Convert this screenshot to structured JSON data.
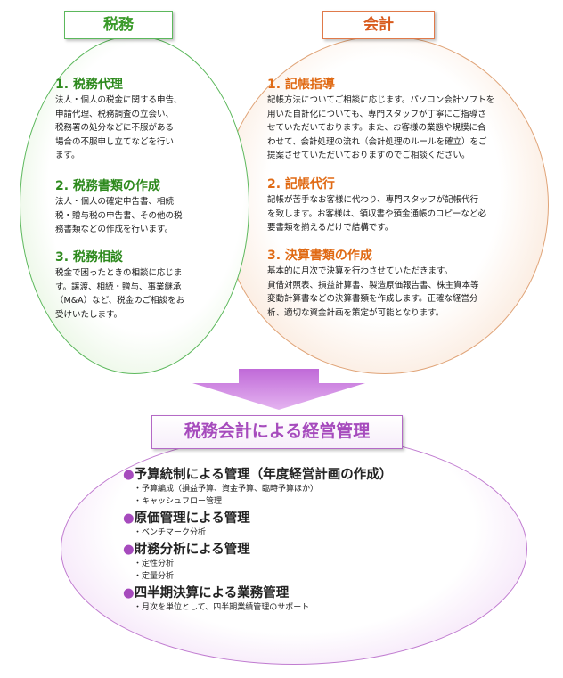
{
  "colors": {
    "tax_green": "#3a9a2a",
    "accounting_orange": "#d85a1c",
    "management_purple": "#a64bbd"
  },
  "tax": {
    "title": "税務",
    "sections": [
      {
        "heading": "1. 税務代理",
        "lines": [
          "法人・個人の税金に関する申告、",
          "申請代理、税務調査の立会い、",
          "税務署の処分などに不服がある",
          "場合の不服申し立てなどを行い",
          "ます。"
        ]
      },
      {
        "heading": "2. 税務書類の作成",
        "lines": [
          "法人・個人の確定申告書、相続",
          "税・贈与税の申告書、その他の税",
          "務書類などの作成を行います。"
        ]
      },
      {
        "heading": "3. 税務相談",
        "lines": [
          "税金で困ったときの相談に応じま",
          "す。譲渡、相続・贈与、事業継承",
          "（M&A）など、税金のご相談をお",
          "受けいたします。"
        ]
      }
    ]
  },
  "accounting": {
    "title": "会計",
    "sections": [
      {
        "heading": "1. 記帳指導",
        "lines": [
          "記帳方法についてご相談に応じます。パソコン会計ソフトを",
          "用いた自計化についても、専門スタッフが丁寧にご指導さ",
          "せていただいております。また、お客様の業態や規模に合",
          "わせて、会計処理の流れ（会計処理のルールを確立）をご",
          "提案させていただいておりますのでご相談ください。"
        ]
      },
      {
        "heading": "2. 記帳代行",
        "lines": [
          "記帳が苦手なお客様に代わり、専門スタッフが記帳代行",
          "を致します。お客様は、領収書や預金通帳のコピーなど必",
          "要書類を揃えるだけで結構です。"
        ]
      },
      {
        "heading": "3. 決算書類の作成",
        "lines": [
          "基本的に月次で決算を行わさせていただきます。",
          "貸借対照表、損益計算書、製造原価報告書、株主資本等",
          "変動計算書などの決算書類を作成します。正確な経営分",
          "析、適切な資金計画を策定が可能となります。"
        ]
      }
    ]
  },
  "management": {
    "title": "税務会計による経営管理",
    "bullet": "●",
    "items": [
      {
        "heading": "予算統制による管理（年度経営計画の作成）",
        "subs": [
          "・予算編成（損益予算、資金予算、臨時予算ほか）",
          "・キャッシュフロー管理"
        ]
      },
      {
        "heading": "原価管理による管理",
        "subs": [
          "・ベンチマーク分析"
        ]
      },
      {
        "heading": "財務分析による管理",
        "subs": [
          "・定性分析",
          "・定量分析"
        ]
      },
      {
        "heading": "四半期決算による業務管理",
        "subs": [
          "・月次を単位として、四半期業績管理のサポート"
        ]
      }
    ]
  }
}
